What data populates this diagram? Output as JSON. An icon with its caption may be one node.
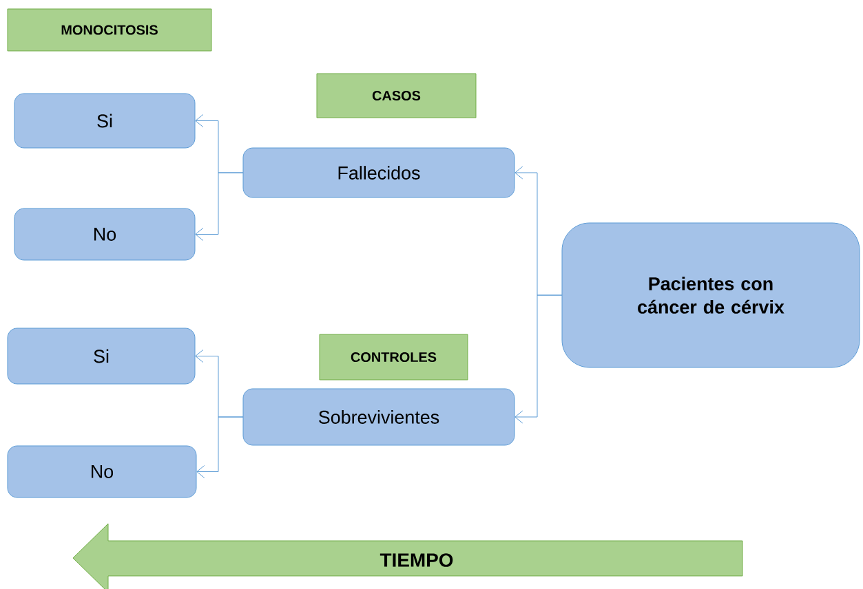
{
  "diagram": {
    "nodes": [
      {
        "text": [
          "MONOCITOSIS"
        ]
      },
      {
        "text": [
          "CASOS"
        ]
      },
      {
        "text": [
          "Si"
        ]
      },
      {
        "text": [
          "Fallecidos"
        ]
      },
      {
        "text": [
          "No"
        ]
      },
      {
        "text": [
          "Pacientes con cáncer de cérvix"
        ]
      },
      {
        "text": [
          "Si"
        ]
      },
      {
        "text": [
          "CONTROLES"
        ]
      },
      {
        "text": [
          "Sobrevivientes"
        ]
      },
      {
        "text": [
          "No"
        ]
      },
      {
        "text": [
          "TIEMPO"
        ]
      }
    ],
    "edges": [
      {
        "from": 5,
        "to": 3,
        "arrow": "to"
      },
      {
        "from": 5,
        "to": 8,
        "arrow": "to"
      },
      {
        "from": 3,
        "to": 2,
        "arrow": "to"
      },
      {
        "from": 3,
        "to": 4,
        "arrow": "to"
      },
      {
        "from": 8,
        "to": 6,
        "arrow": "to"
      },
      {
        "from": 8,
        "to": 9,
        "arrow": "to"
      }
    ]
  }
}
